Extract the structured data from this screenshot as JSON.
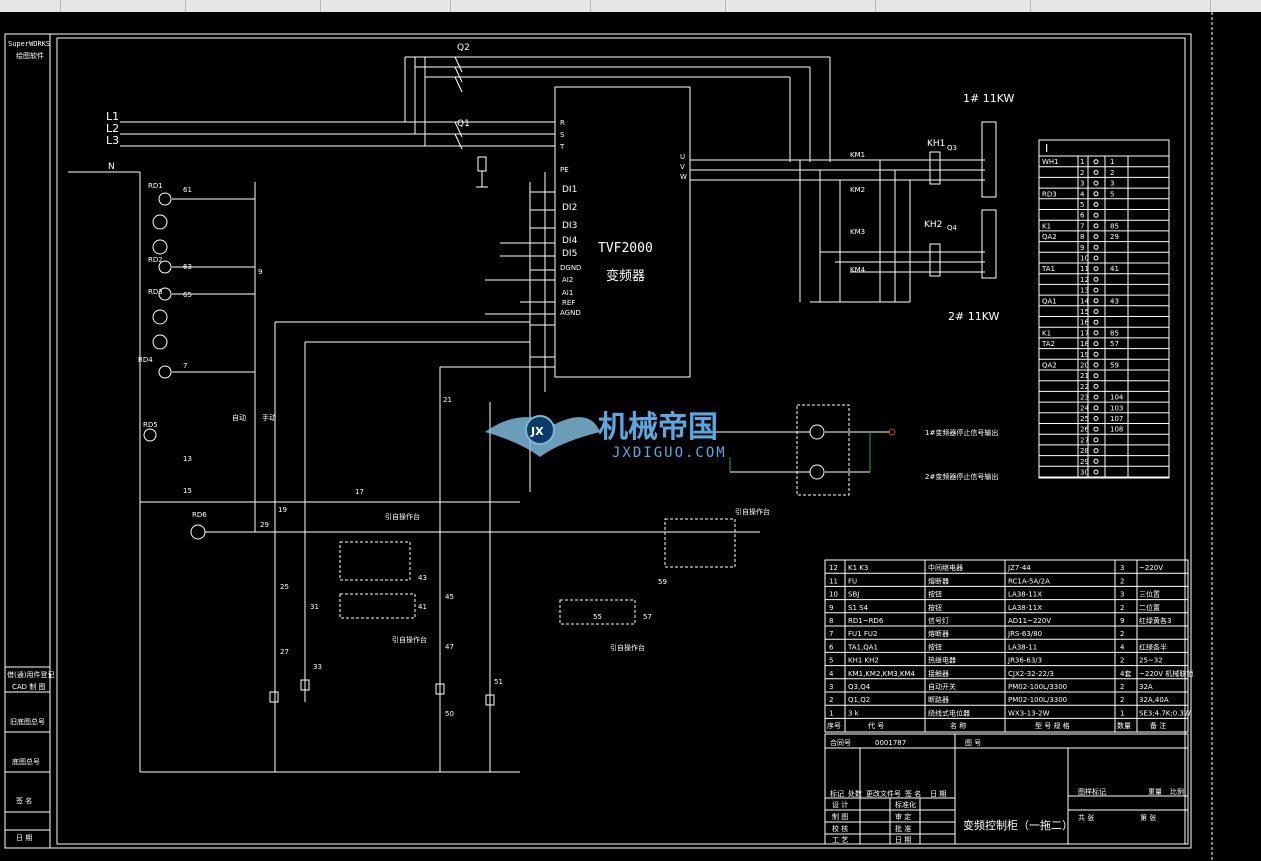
{
  "app": {
    "logo_line1": "SuperWORKS",
    "logo_line2": "绘图软件"
  },
  "drawing": {
    "title": "变频控制柜（一拖二）",
    "vfd_name": "TVF2000",
    "vfd_cn": "变频器",
    "motor1": "1# 11KW",
    "motor2": "2#  11KW",
    "lines": [
      "L1",
      "L2",
      "L3",
      "N"
    ],
    "breakers": [
      "Q2",
      "Q1",
      "Q3",
      "Q4"
    ],
    "relays": [
      "KH1",
      "KH2"
    ],
    "vfd_terminals": [
      "R",
      "S",
      "T",
      "PE",
      "DI1",
      "DI2",
      "DI3",
      "DI4",
      "DI5",
      "DGND",
      "AI2",
      "AI1",
      "REF",
      "AGND",
      "U",
      "V",
      "W"
    ],
    "lamp_labels": [
      "RD1",
      "RD2",
      "RD3",
      "RD4",
      "RD5",
      "RD6",
      "61",
      "63",
      "65",
      "7",
      "9",
      "13",
      "15",
      "17",
      "19",
      "21",
      "25",
      "27",
      "29",
      "31",
      "33",
      "41",
      "43",
      "45",
      "47",
      "50",
      "51",
      "55",
      "57",
      "59"
    ],
    "notes": [
      "1#变频器停止信号输出",
      "2#变频器停止信号输出",
      "自动",
      "手动",
      "引自操作台"
    ],
    "left_panel": [
      "借(通)用件登记",
      "CAD 制 图",
      "旧底图总号",
      "底图总号",
      "签 名",
      "日 期"
    ],
    "terminal_header": "I",
    "terminal_rows": [
      {
        "n": "1",
        "a": "1",
        "b": "WH1"
      },
      {
        "n": "2",
        "a": "2",
        "b": ""
      },
      {
        "n": "3",
        "a": "3",
        "b": ""
      },
      {
        "n": "4",
        "a": "5",
        "b": "RD3"
      },
      {
        "n": "5",
        "a": "",
        "b": ""
      },
      {
        "n": "6",
        "a": "",
        "b": ""
      },
      {
        "n": "7",
        "a": "85",
        "b": "K1"
      },
      {
        "n": "8",
        "a": "29",
        "b": "QA2"
      },
      {
        "n": "9",
        "a": "",
        "b": ""
      },
      {
        "n": "10",
        "a": "",
        "b": ""
      },
      {
        "n": "11",
        "a": "41",
        "b": "TA1"
      },
      {
        "n": "12",
        "a": "",
        "b": ""
      },
      {
        "n": "13",
        "a": "",
        "b": ""
      },
      {
        "n": "14",
        "a": "43",
        "b": "QA1"
      },
      {
        "n": "15",
        "a": "",
        "b": ""
      },
      {
        "n": "16",
        "a": "",
        "b": ""
      },
      {
        "n": "17",
        "a": "85",
        "b": "K1"
      },
      {
        "n": "18",
        "a": "57",
        "b": "TA2"
      },
      {
        "n": "19",
        "a": "",
        "b": ""
      },
      {
        "n": "20",
        "a": "59",
        "b": "QA2"
      },
      {
        "n": "21",
        "a": "",
        "b": ""
      },
      {
        "n": "22",
        "a": "",
        "b": ""
      },
      {
        "n": "23",
        "a": "104",
        "b": ""
      },
      {
        "n": "24",
        "a": "103",
        "b": ""
      },
      {
        "n": "25",
        "a": "107",
        "b": ""
      },
      {
        "n": "26",
        "a": "108",
        "b": ""
      },
      {
        "n": "27",
        "a": "",
        "b": ""
      },
      {
        "n": "28",
        "a": "",
        "b": ""
      },
      {
        "n": "29",
        "a": "",
        "b": ""
      },
      {
        "n": "30",
        "a": "",
        "b": ""
      }
    ],
    "bom_header": [
      "序号",
      "代 号",
      "名 称",
      "型 号 规 格",
      "数量",
      "备 注"
    ],
    "bom_rows": [
      {
        "no": "12",
        "code": "K1 K3",
        "name": "中间继电器",
        "model": "JZ7-44",
        "qty": "3",
        "note": "~220V"
      },
      {
        "no": "11",
        "code": "FU",
        "name": "熔断器",
        "model": "RC1A-5A/2A",
        "qty": "2",
        "note": ""
      },
      {
        "no": "10",
        "code": "SBJ",
        "name": "按钮",
        "model": "LA38-11X",
        "qty": "3",
        "note": "三位置"
      },
      {
        "no": "9",
        "code": "S1 S4",
        "name": "按钮",
        "model": "LA38-11X",
        "qty": "2",
        "note": "二位置"
      },
      {
        "no": "8",
        "code": "RD1~RD6",
        "name": "信号灯",
        "model": "AD11~220V",
        "qty": "9",
        "note": "红绿黄各3"
      },
      {
        "no": "7",
        "code": "FU1 FU2",
        "name": "熔断器",
        "model": "JRS-63/80",
        "qty": "2",
        "note": ""
      },
      {
        "no": "6",
        "code": "TA1,QA1",
        "name": "按钮",
        "model": "LA38-11",
        "qty": "4",
        "note": "红绿各半"
      },
      {
        "no": "5",
        "code": "KH1 KH2",
        "name": "热继电器",
        "model": "JR36-63/3",
        "qty": "2",
        "note": "25~32"
      },
      {
        "no": "4",
        "code": "KM1,KM2,KM3,KM4",
        "name": "接触器",
        "model": "CJX2-32-22/3",
        "qty": "4套",
        "note": "~220V 机械联锁"
      },
      {
        "no": "3",
        "code": "Q3,Q4",
        "name": "自动开关",
        "model": "PM02-100L/3300",
        "qty": "2",
        "note": "32A"
      },
      {
        "no": "2",
        "code": "Q1,Q2",
        "name": "断路器",
        "model": "PM02-100L/3300",
        "qty": "2",
        "note": "32A,40A"
      },
      {
        "no": "1",
        "code": "3 k",
        "name": "绕线式电位器",
        "model": "WX3-13-2W",
        "qty": "1",
        "note": "SE3;4.7K;0.3W"
      }
    ],
    "title_block": {
      "contract_label": "合同号",
      "contract_value": "0001787",
      "drawing_no_label": "图 号",
      "mark_label": "图样标记",
      "weight_label": "重量",
      "scale_label": "比例",
      "sheets_label": "共 张",
      "page_label": "第 张",
      "rows": [
        {
          "a": "设 计",
          "b": "标准化"
        },
        {
          "a": "制 图",
          "b": "审 定"
        },
        {
          "a": "校 核",
          "b": "批 准"
        },
        {
          "a": "工 艺",
          "b": "日 期"
        }
      ],
      "rev_labels": [
        "标记",
        "处数",
        "更改文件号",
        "签 名",
        "日 期"
      ]
    }
  },
  "watermark": {
    "cn": "机械帝国",
    "en": "JXDIGUO.COM",
    "badge": "JX"
  }
}
